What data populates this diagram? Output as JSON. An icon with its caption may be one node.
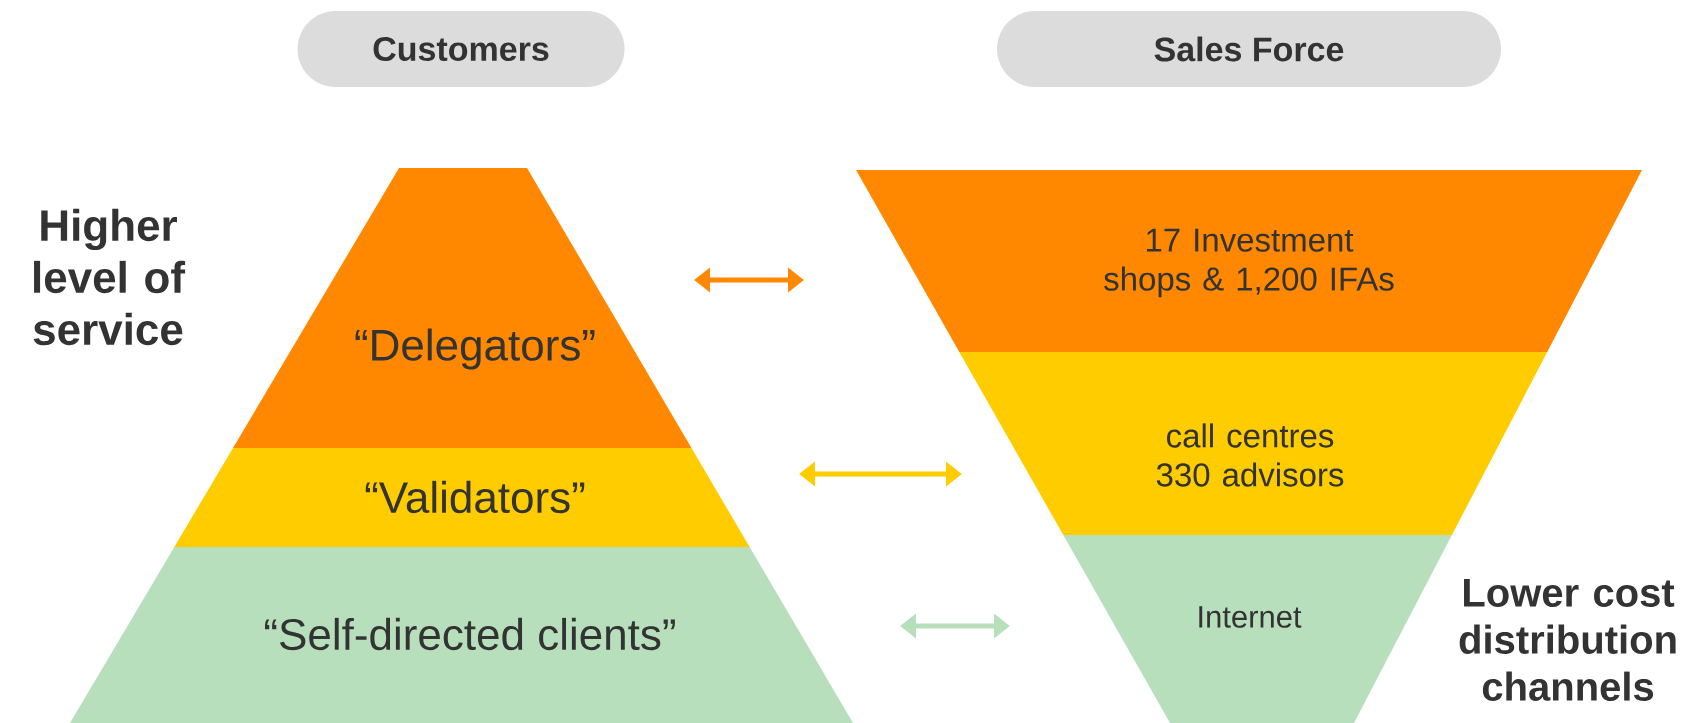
{
  "diagram": {
    "nodes": [
      {
        "text": [
          "Customers"
        ]
      },
      {
        "text": [
          "Sales Force"
        ]
      },
      {
        "text": [
          "“Delegators”"
        ]
      },
      {
        "text": [
          "“Validators”"
        ]
      },
      {
        "text": [
          "“Self-directed clients”"
        ]
      },
      {
        "text": [
          "17 Investment shops & 1,200 IFAs"
        ]
      },
      {
        "text": [
          "call centres 330 advisors"
        ]
      },
      {
        "text": [
          "Internet"
        ]
      }
    ],
    "edges": [
      {
        "from": 2,
        "to": 5,
        "arrow": "both",
        "color": "#ff8800"
      },
      {
        "from": 3,
        "to": 6,
        "arrow": "both",
        "color": "#ffcc00"
      },
      {
        "from": 4,
        "to": 7,
        "arrow": "both",
        "color": "#b8dfbc"
      }
    ],
    "labels": [
      "Higher level of service",
      "Lower cost distribution channels"
    ]
  }
}
